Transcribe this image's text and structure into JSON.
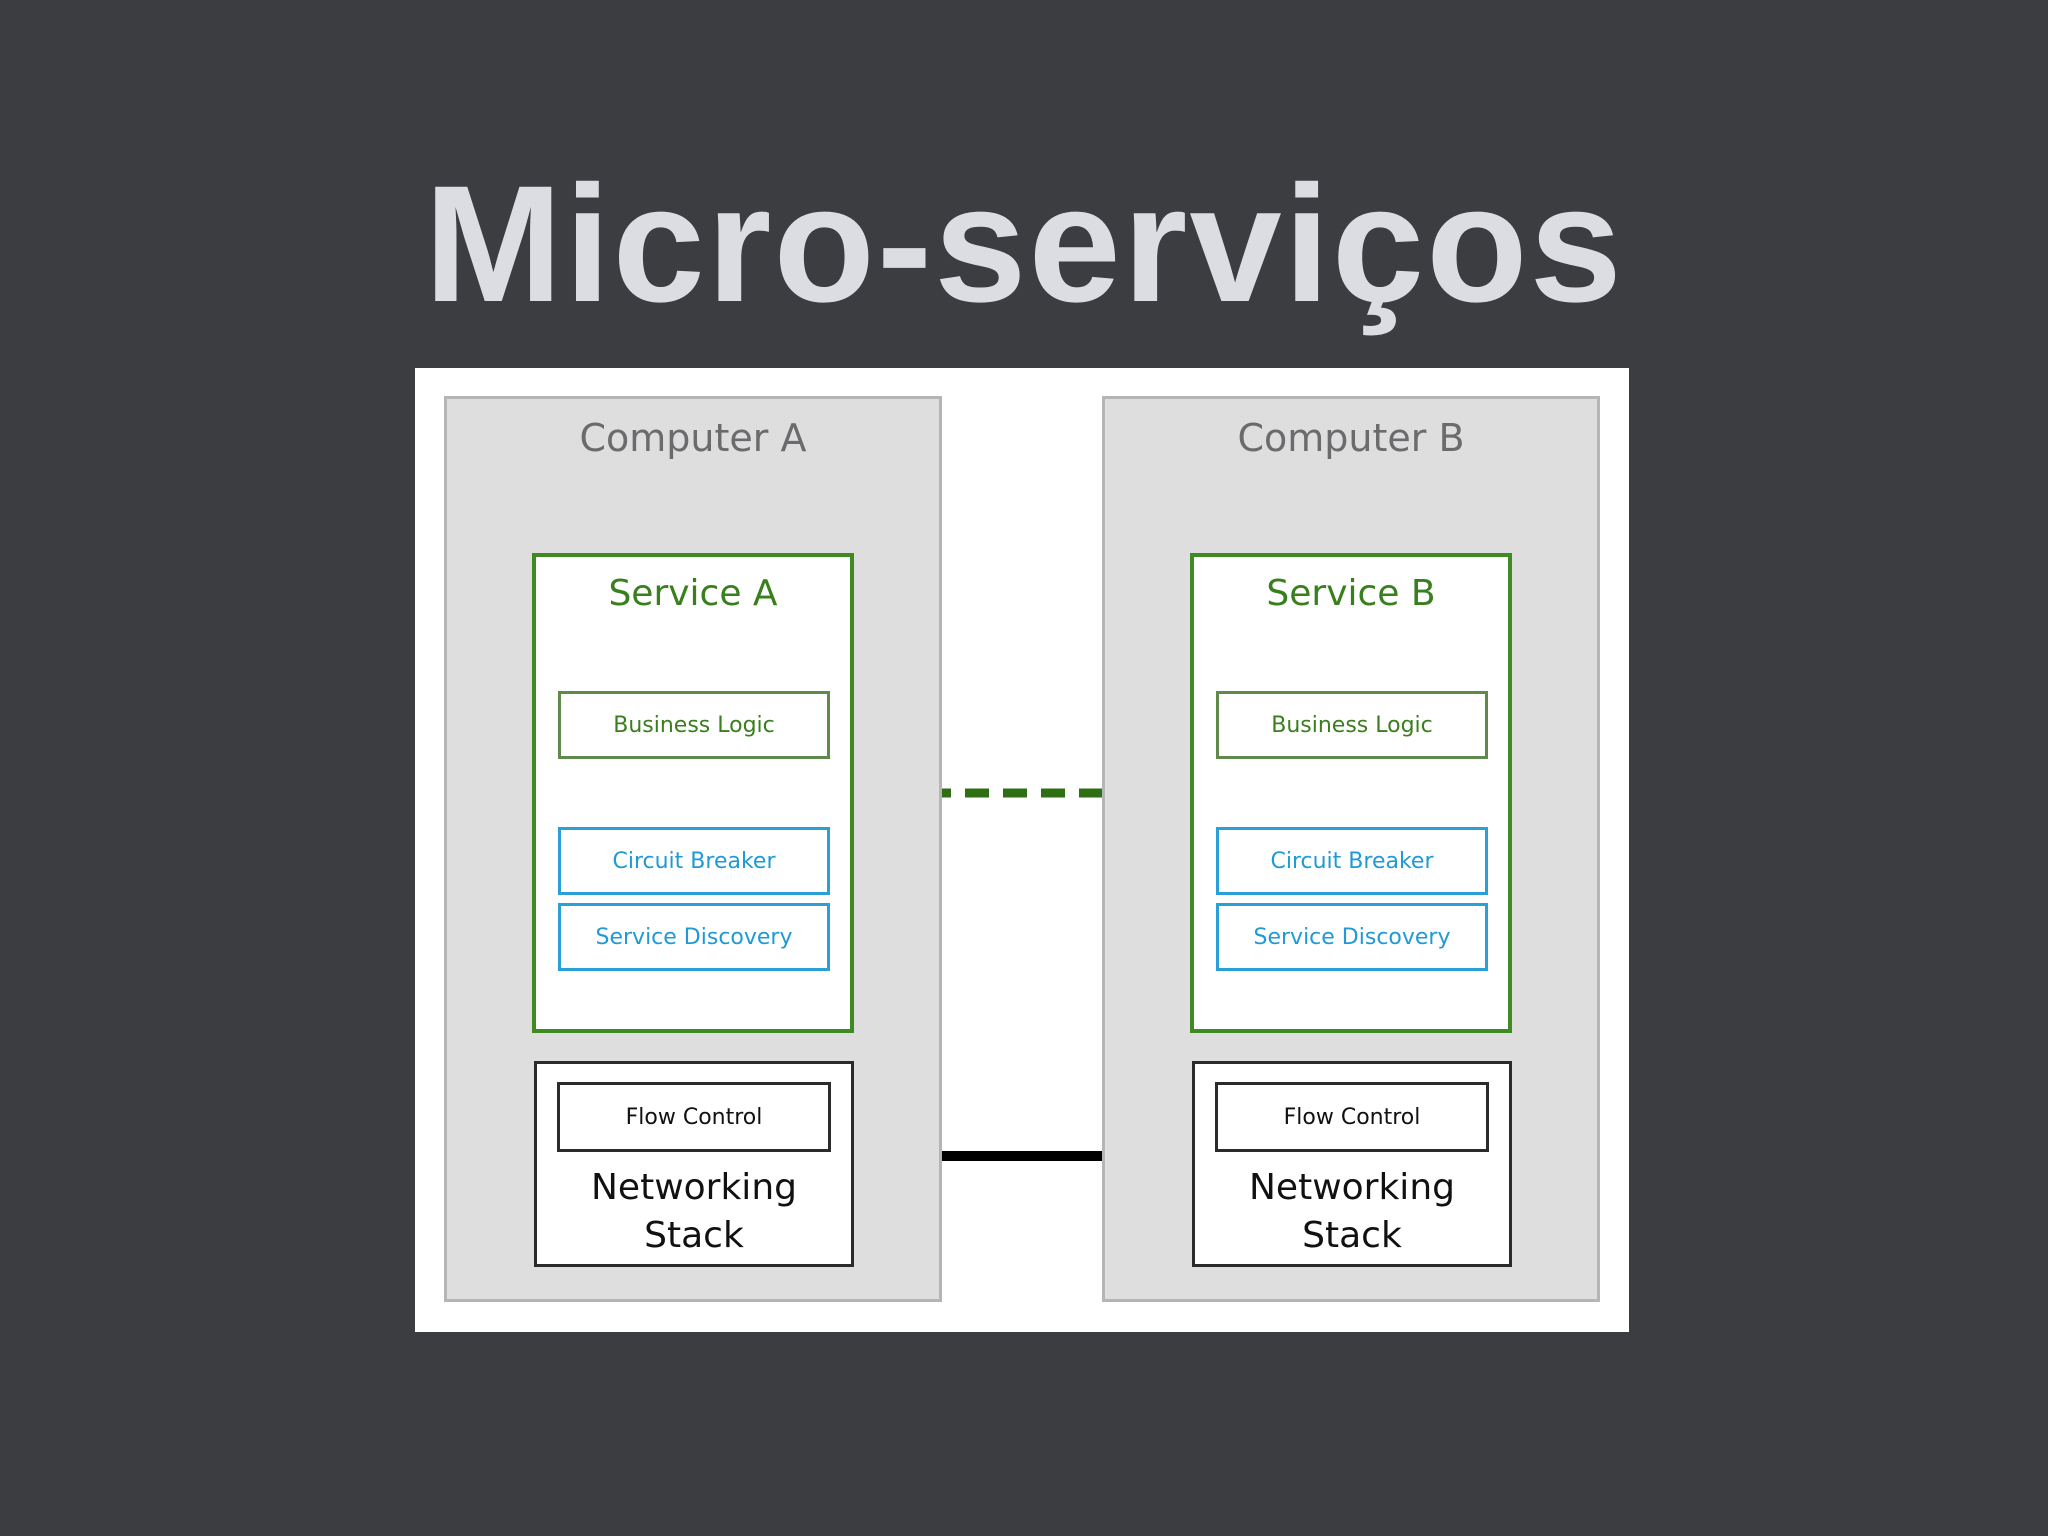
{
  "slide": {
    "title": "Micro-serviços"
  },
  "computers": [
    {
      "title": "Computer A",
      "service": {
        "title": "Service A",
        "business_logic": "Business Logic",
        "circuit_breaker": "Circuit Breaker",
        "service_discovery": "Service Discovery"
      },
      "network": {
        "flow_control": "Flow Control",
        "stack_label": "Networking\nStack"
      }
    },
    {
      "title": "Computer B",
      "service": {
        "title": "Service B",
        "business_logic": "Business Logic",
        "circuit_breaker": "Circuit Breaker",
        "service_discovery": "Service Discovery"
      },
      "network": {
        "flow_control": "Flow Control",
        "stack_label": "Networking\nStack"
      }
    }
  ],
  "colors": {
    "background": "#3c3d41",
    "title_text": "#dcdde2",
    "computer_fill": "#dededf",
    "service_green": "#3f8a22",
    "infra_blue": "#2a9fd8",
    "network_black": "#111111"
  }
}
